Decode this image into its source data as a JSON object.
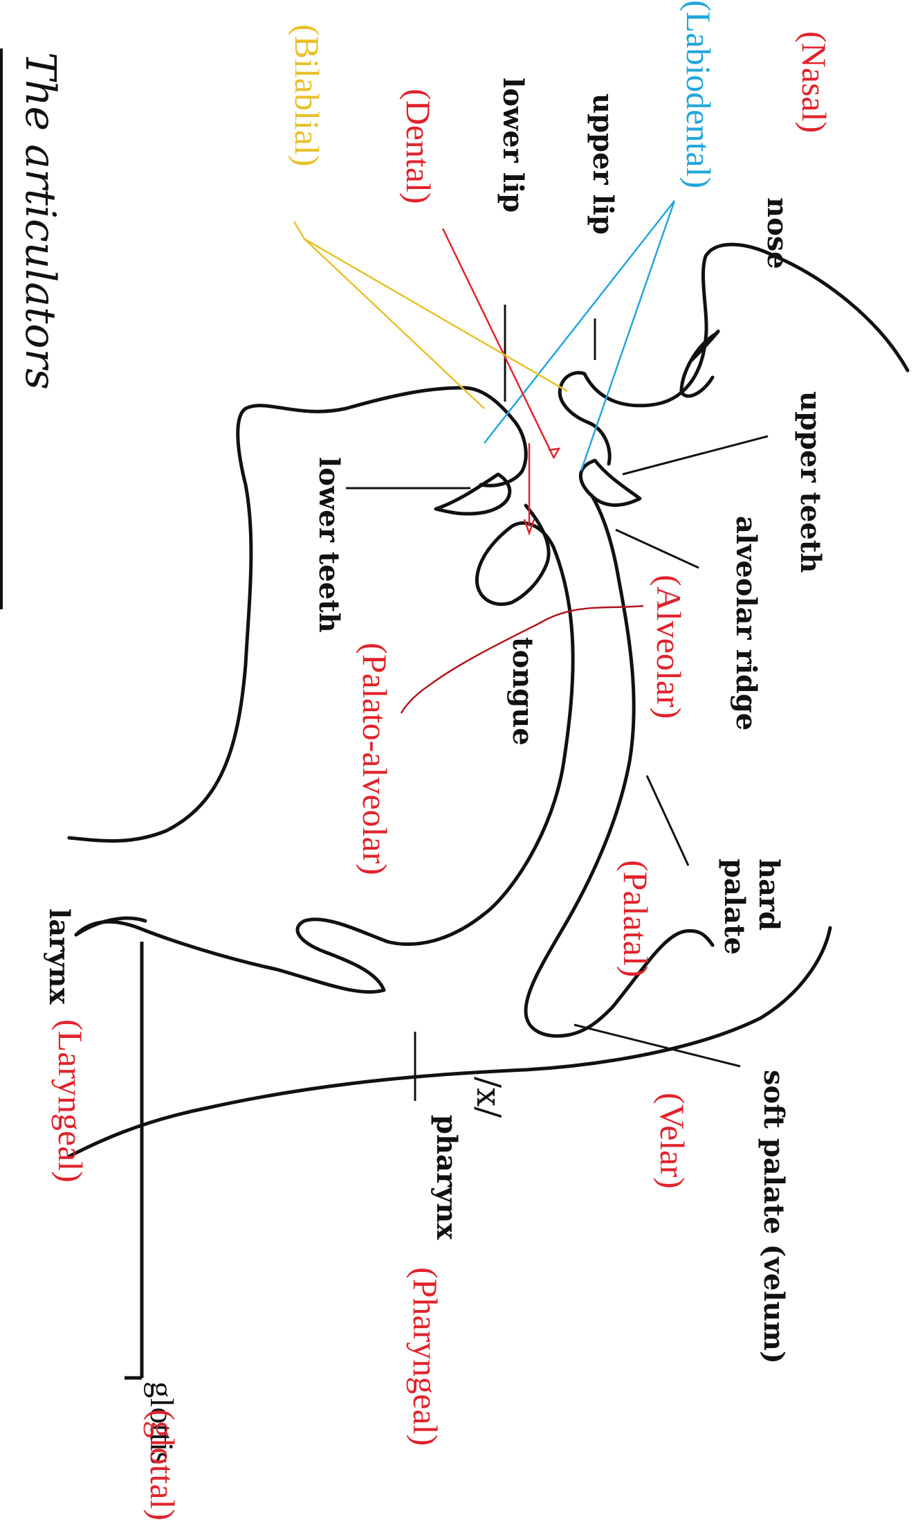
{
  "title": "The articulators",
  "colors": {
    "black": "#111111",
    "red": "#e0232b",
    "blue": "#21a6dc",
    "yellow": "#e7c12a",
    "darkred": "#b0141c"
  },
  "labels": {
    "nose": "nose",
    "upper_lip": "upper lip",
    "lower_lip": "lower lip",
    "upper_teeth": "upper teeth",
    "lower_teeth": "lower teeth",
    "alveolar_ridge": "alveolar ridge",
    "tongue": "tongue",
    "hard_palate_1": "hard",
    "hard_palate_2": "palate",
    "soft_palate": "soft palate (velum)",
    "larynx": "larynx",
    "pharynx": "pharynx",
    "glottis": "glottis",
    "x_symbol": "/x/"
  },
  "categories": {
    "nasal": "(Nasal)",
    "labiodental": "(Labiodental)",
    "dental": "(Dental)",
    "bilabial": "(Bilablial)",
    "alveolar": "(Alveolar)",
    "palato_alveolar": "(Palato-alveolar)",
    "palatal": "(Palatal)",
    "velar": "(Velar)",
    "laryngeal": "(Laryngeal)",
    "pharyngeal": "(Pharyngeal)",
    "glottal": "(glottal)"
  }
}
